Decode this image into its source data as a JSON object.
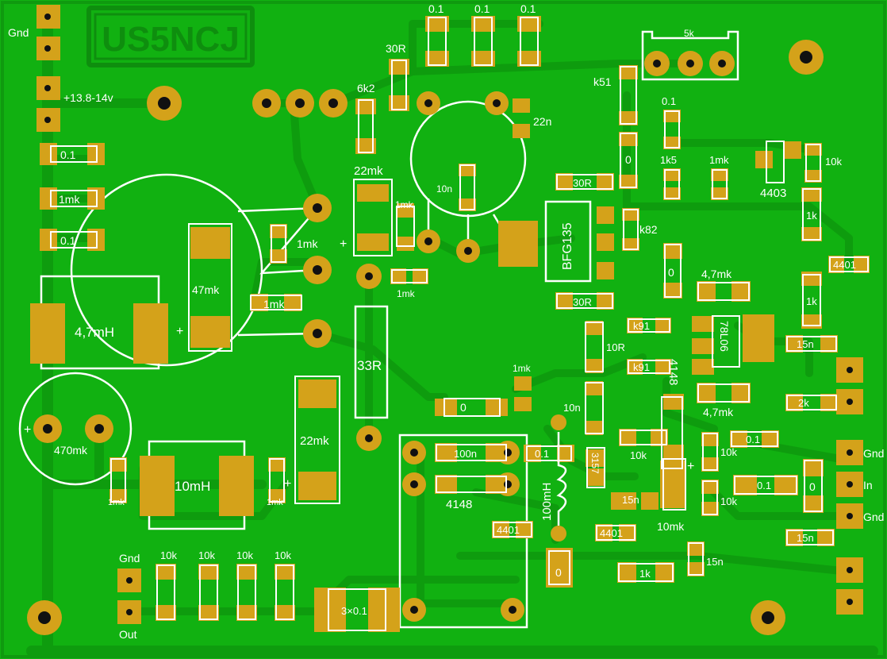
{
  "board": {
    "logo": "US5NCJ",
    "colors": {
      "board": "#11b111",
      "copper": "#0e9c0e",
      "pad": "#d4a21a",
      "hole": "#111111",
      "silk": "#ffffff"
    }
  },
  "labels": {
    "gnd_top": "Gnd",
    "power": "+13.8-14v",
    "gnd_left": "Gnd",
    "out": "Out",
    "gnd_r1": "Gnd",
    "in": "In",
    "gnd_r2": "Gnd",
    "pot": "5k",
    "c_top1": "0.1",
    "c_top2": "0.1",
    "c_top3": "0.1",
    "r30r": "30R",
    "r6k2": "6k2",
    "c22n": "22n",
    "k51": "k51",
    "c01a": "0.1",
    "c01b": "0.1",
    "c01c": "0.1",
    "c1mk_a": "1mk",
    "c47mk": "47mk",
    "c1mk_b": "1mk",
    "c1mk_c": "1mk",
    "c22mk_a": "22mk",
    "plus_a": "+",
    "c1mk_d": "1mk",
    "c1mk_e": "1mk",
    "c10n_a": "10n",
    "bfg": "BFG135",
    "r30r_b": "30R",
    "r30r_c": "30R",
    "k82": "k82",
    "r0_a": "0",
    "r1k5": "1k5",
    "c1mk_f": "1mk",
    "r10k_a": "10k",
    "ic4403": "4403",
    "r1k_a": "1k",
    "ic4401_a": "4401",
    "r0_b": "0",
    "c47mk_b": "4,7mk",
    "r1k_b": "1k",
    "k91_a": "k91",
    "k91_b": "k91",
    "r10r": "10R",
    "reg": "78L06",
    "c15n_a": "15n",
    "d4148_a": "4148",
    "c47mk_c": "4,7mk",
    "r2k": "2k",
    "l47mh": "4,7mH",
    "plus_b": "+",
    "r1mk_g": "1mk",
    "r33r": "33R",
    "c22mk_b": "22mk",
    "c1mk_h": "1mk",
    "r0_c": "0",
    "c10n_b": "10n",
    "c470mk": "470mk",
    "plus_c": "+",
    "c100n": "100n",
    "d4148_b": "4148",
    "c01d": "0.1",
    "l100mh": "100mH",
    "d3157": "3157",
    "r10k_b": "10k",
    "r10k_c": "10k",
    "c01e": "0.1",
    "c01f": "0.1",
    "r0_d": "0",
    "c15n_b": "15n",
    "l10mh": "10mH",
    "c1mk_i": "1mk",
    "c1mk_j": "1mk",
    "plus_d": "+",
    "ic4401_b": "4401",
    "ic4401_c": "4401",
    "c10mk": "10mk",
    "r10k_d": "10k",
    "plus_e": "+",
    "c15n_c": "15n",
    "c15n_d": "15n",
    "r0_e": "0",
    "r1k_c": "1k",
    "r10k_1": "10k",
    "r10k_2": "10k",
    "r10k_3": "10k",
    "r10k_4": "10k",
    "c3x01": "3×0.1"
  }
}
